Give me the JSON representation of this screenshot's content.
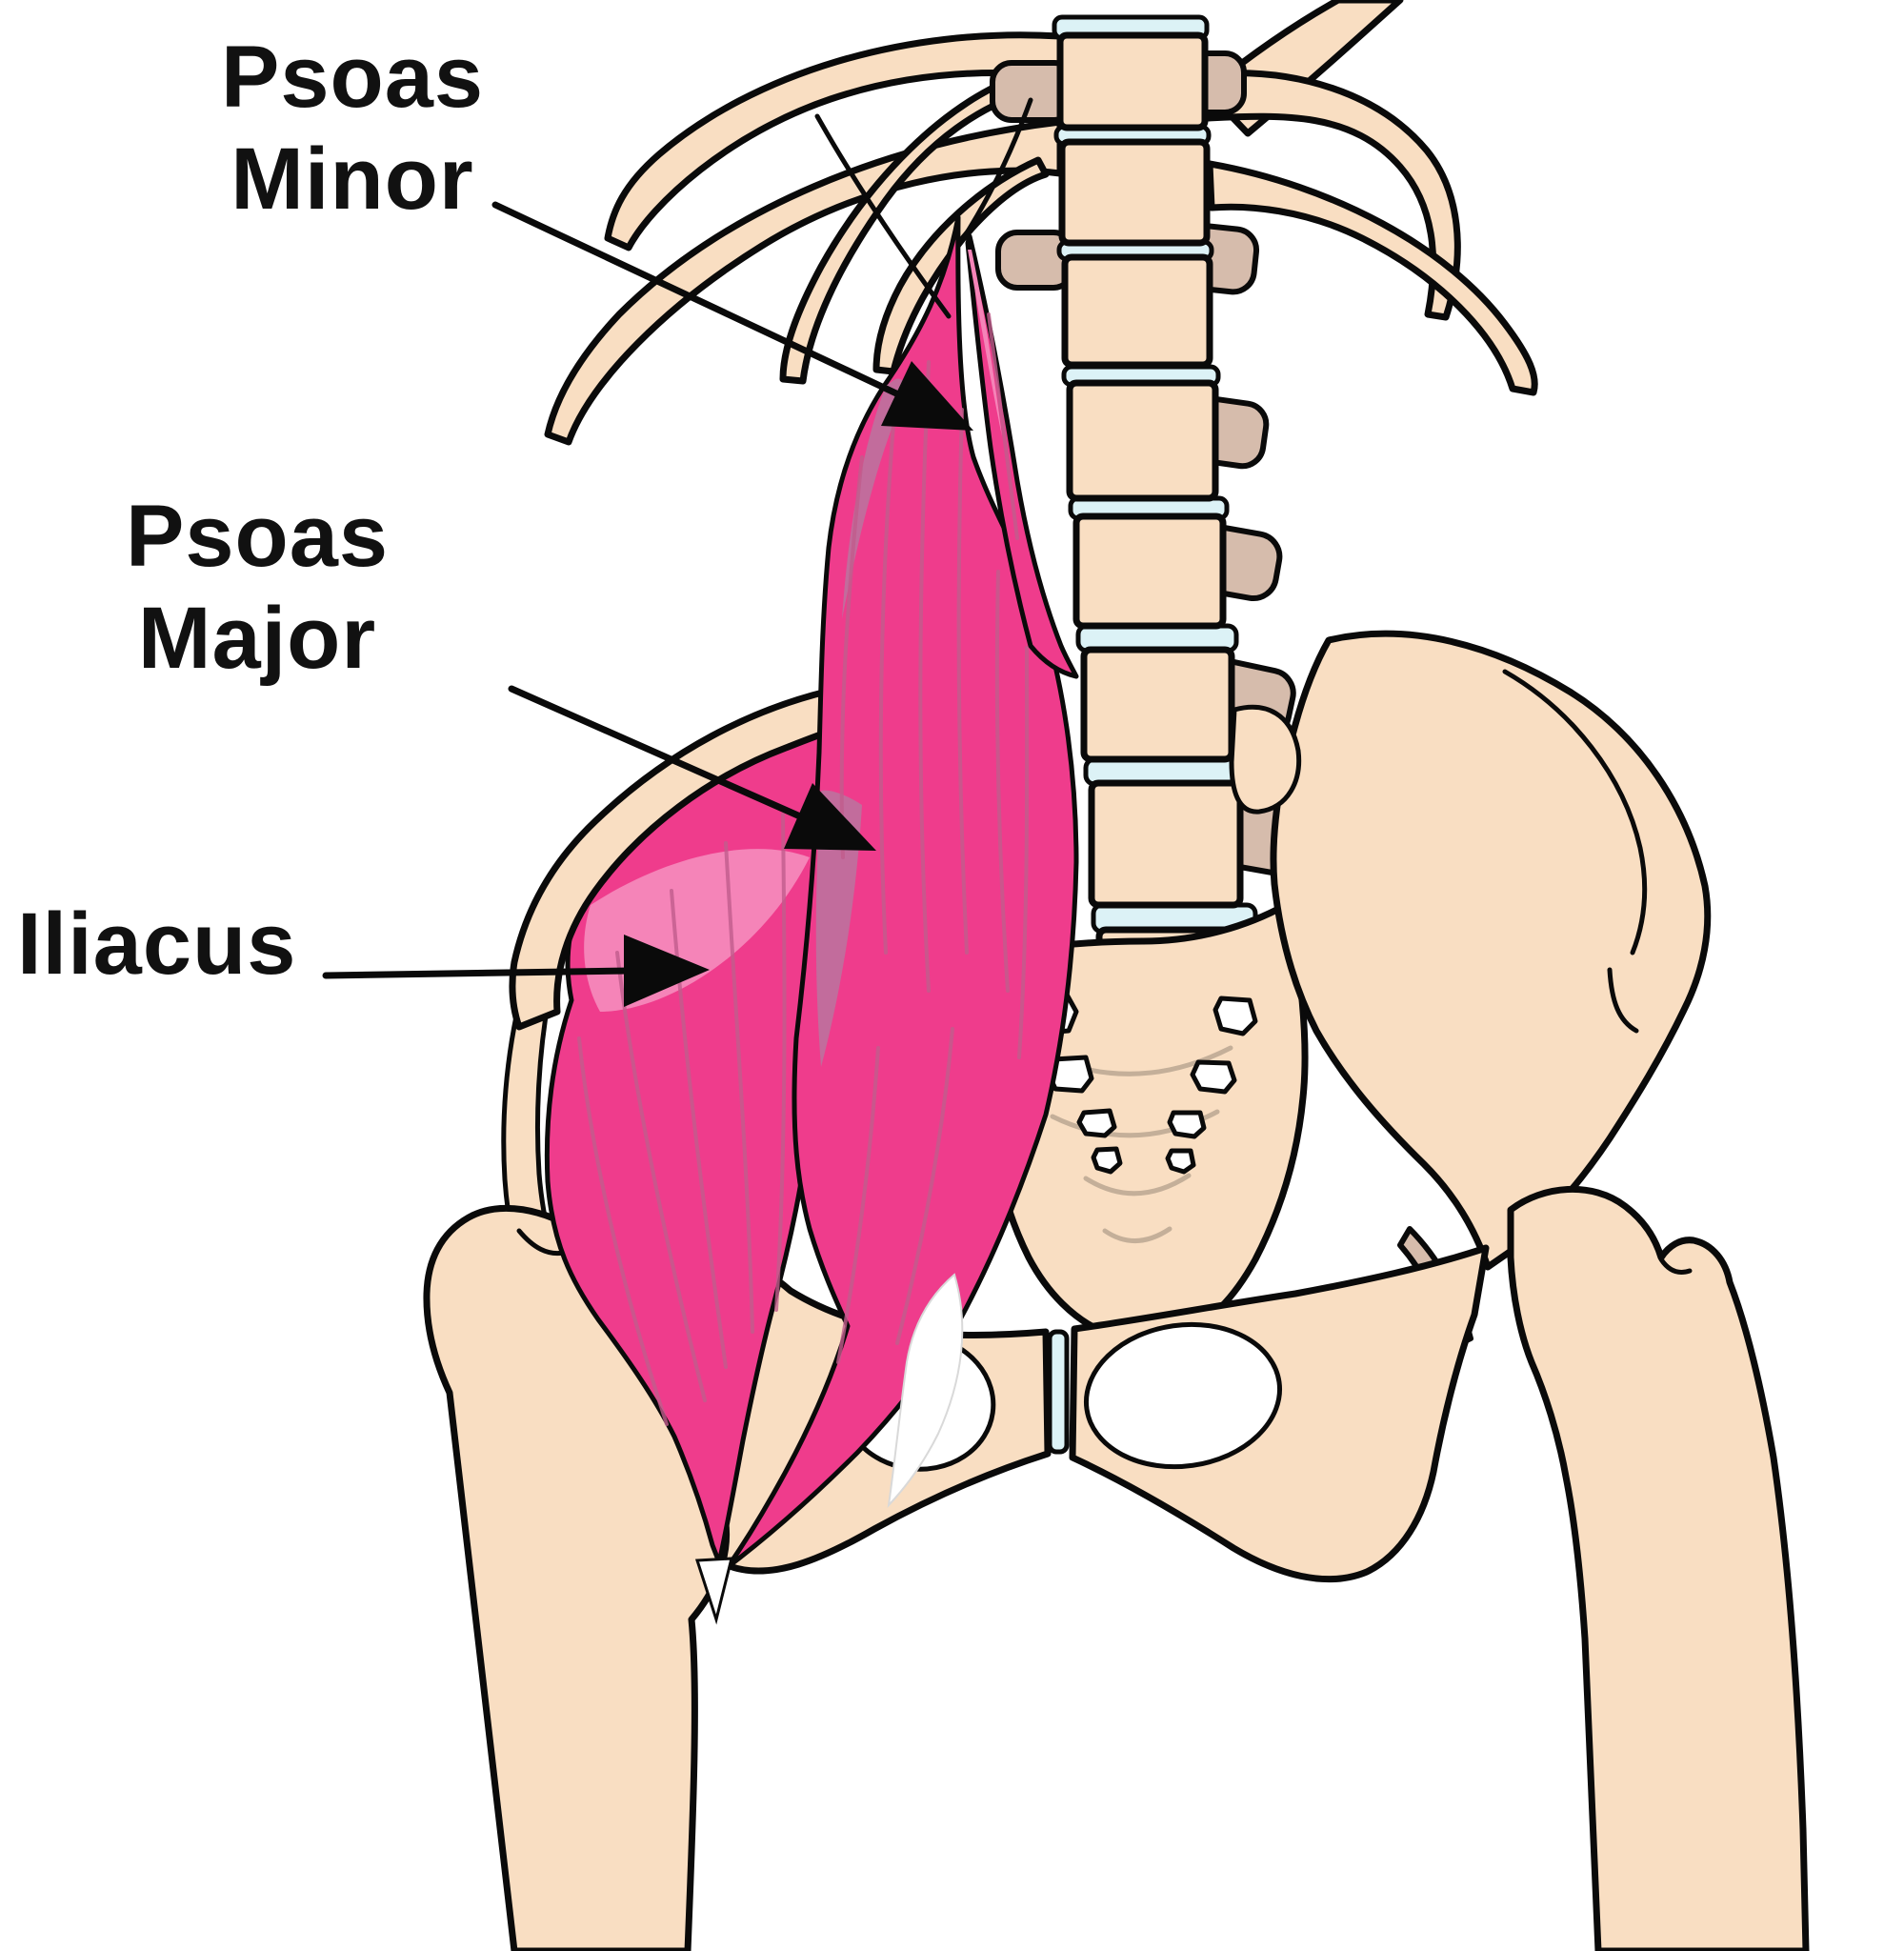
{
  "diagram": {
    "background_color": "#FFFFFF",
    "labels": {
      "psoas_minor": "Psoas\nMinor",
      "psoas_major": "Psoas\nMajor",
      "iliacus": "Iliacus"
    },
    "annotations": [
      {
        "label": "Psoas Minor",
        "points_to": "psoas-minor-muscle"
      },
      {
        "label": "Psoas Major",
        "points_to": "psoas-major-muscle"
      },
      {
        "label": "Iliacus",
        "points_to": "iliacus-muscle"
      }
    ],
    "colors": {
      "background": "#FFFFFF",
      "bone": "#F9DEC2",
      "bone_shadow": "#D6BCAC",
      "outline": "#0A0A0A",
      "disc": "#DCF2F6",
      "muscle": "#EF3C8C",
      "muscle_shade": "#C26C9C",
      "muscle_light": "#F584B8",
      "muscle_fiber": "#C05C8C",
      "sacrum_line": "#C4AF99",
      "label_text": "#111111"
    }
  }
}
